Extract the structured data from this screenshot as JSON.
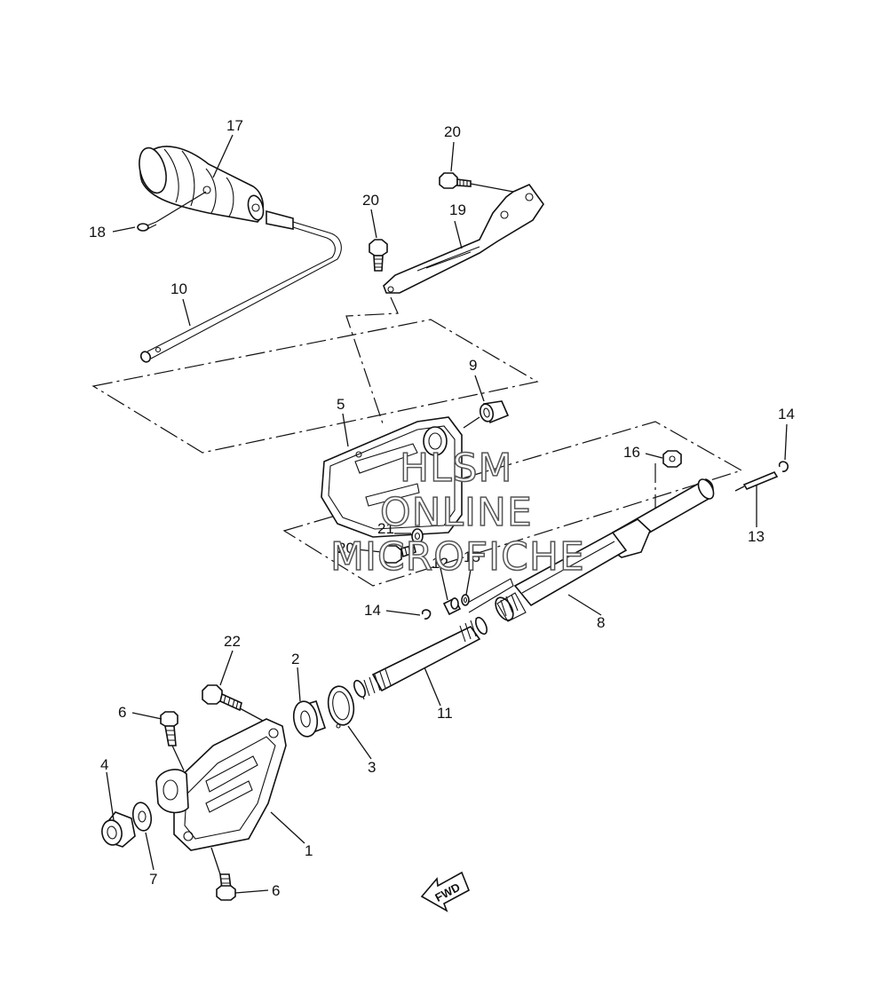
{
  "diagram": {
    "callouts": {
      "c1": "1",
      "c2": "2",
      "c3": "3",
      "c4": "4",
      "c5": "5",
      "c6a": "6",
      "c6b": "6",
      "c7": "7",
      "c8": "8",
      "c9": "9",
      "c10": "10",
      "c11": "11",
      "c12": "12",
      "c13": "13",
      "c14a": "14",
      "c14b": "14",
      "c15": "15",
      "c16": "16",
      "c17": "17",
      "c18": "18",
      "c19": "19",
      "c20a": "20",
      "c20b": "20",
      "c20c": "20",
      "c21": "21",
      "c22": "22"
    },
    "watermark": {
      "line1": "HLSM",
      "line2": "ONLINE",
      "line3": "MICROFICHE"
    },
    "fwd_label": "FWD"
  }
}
